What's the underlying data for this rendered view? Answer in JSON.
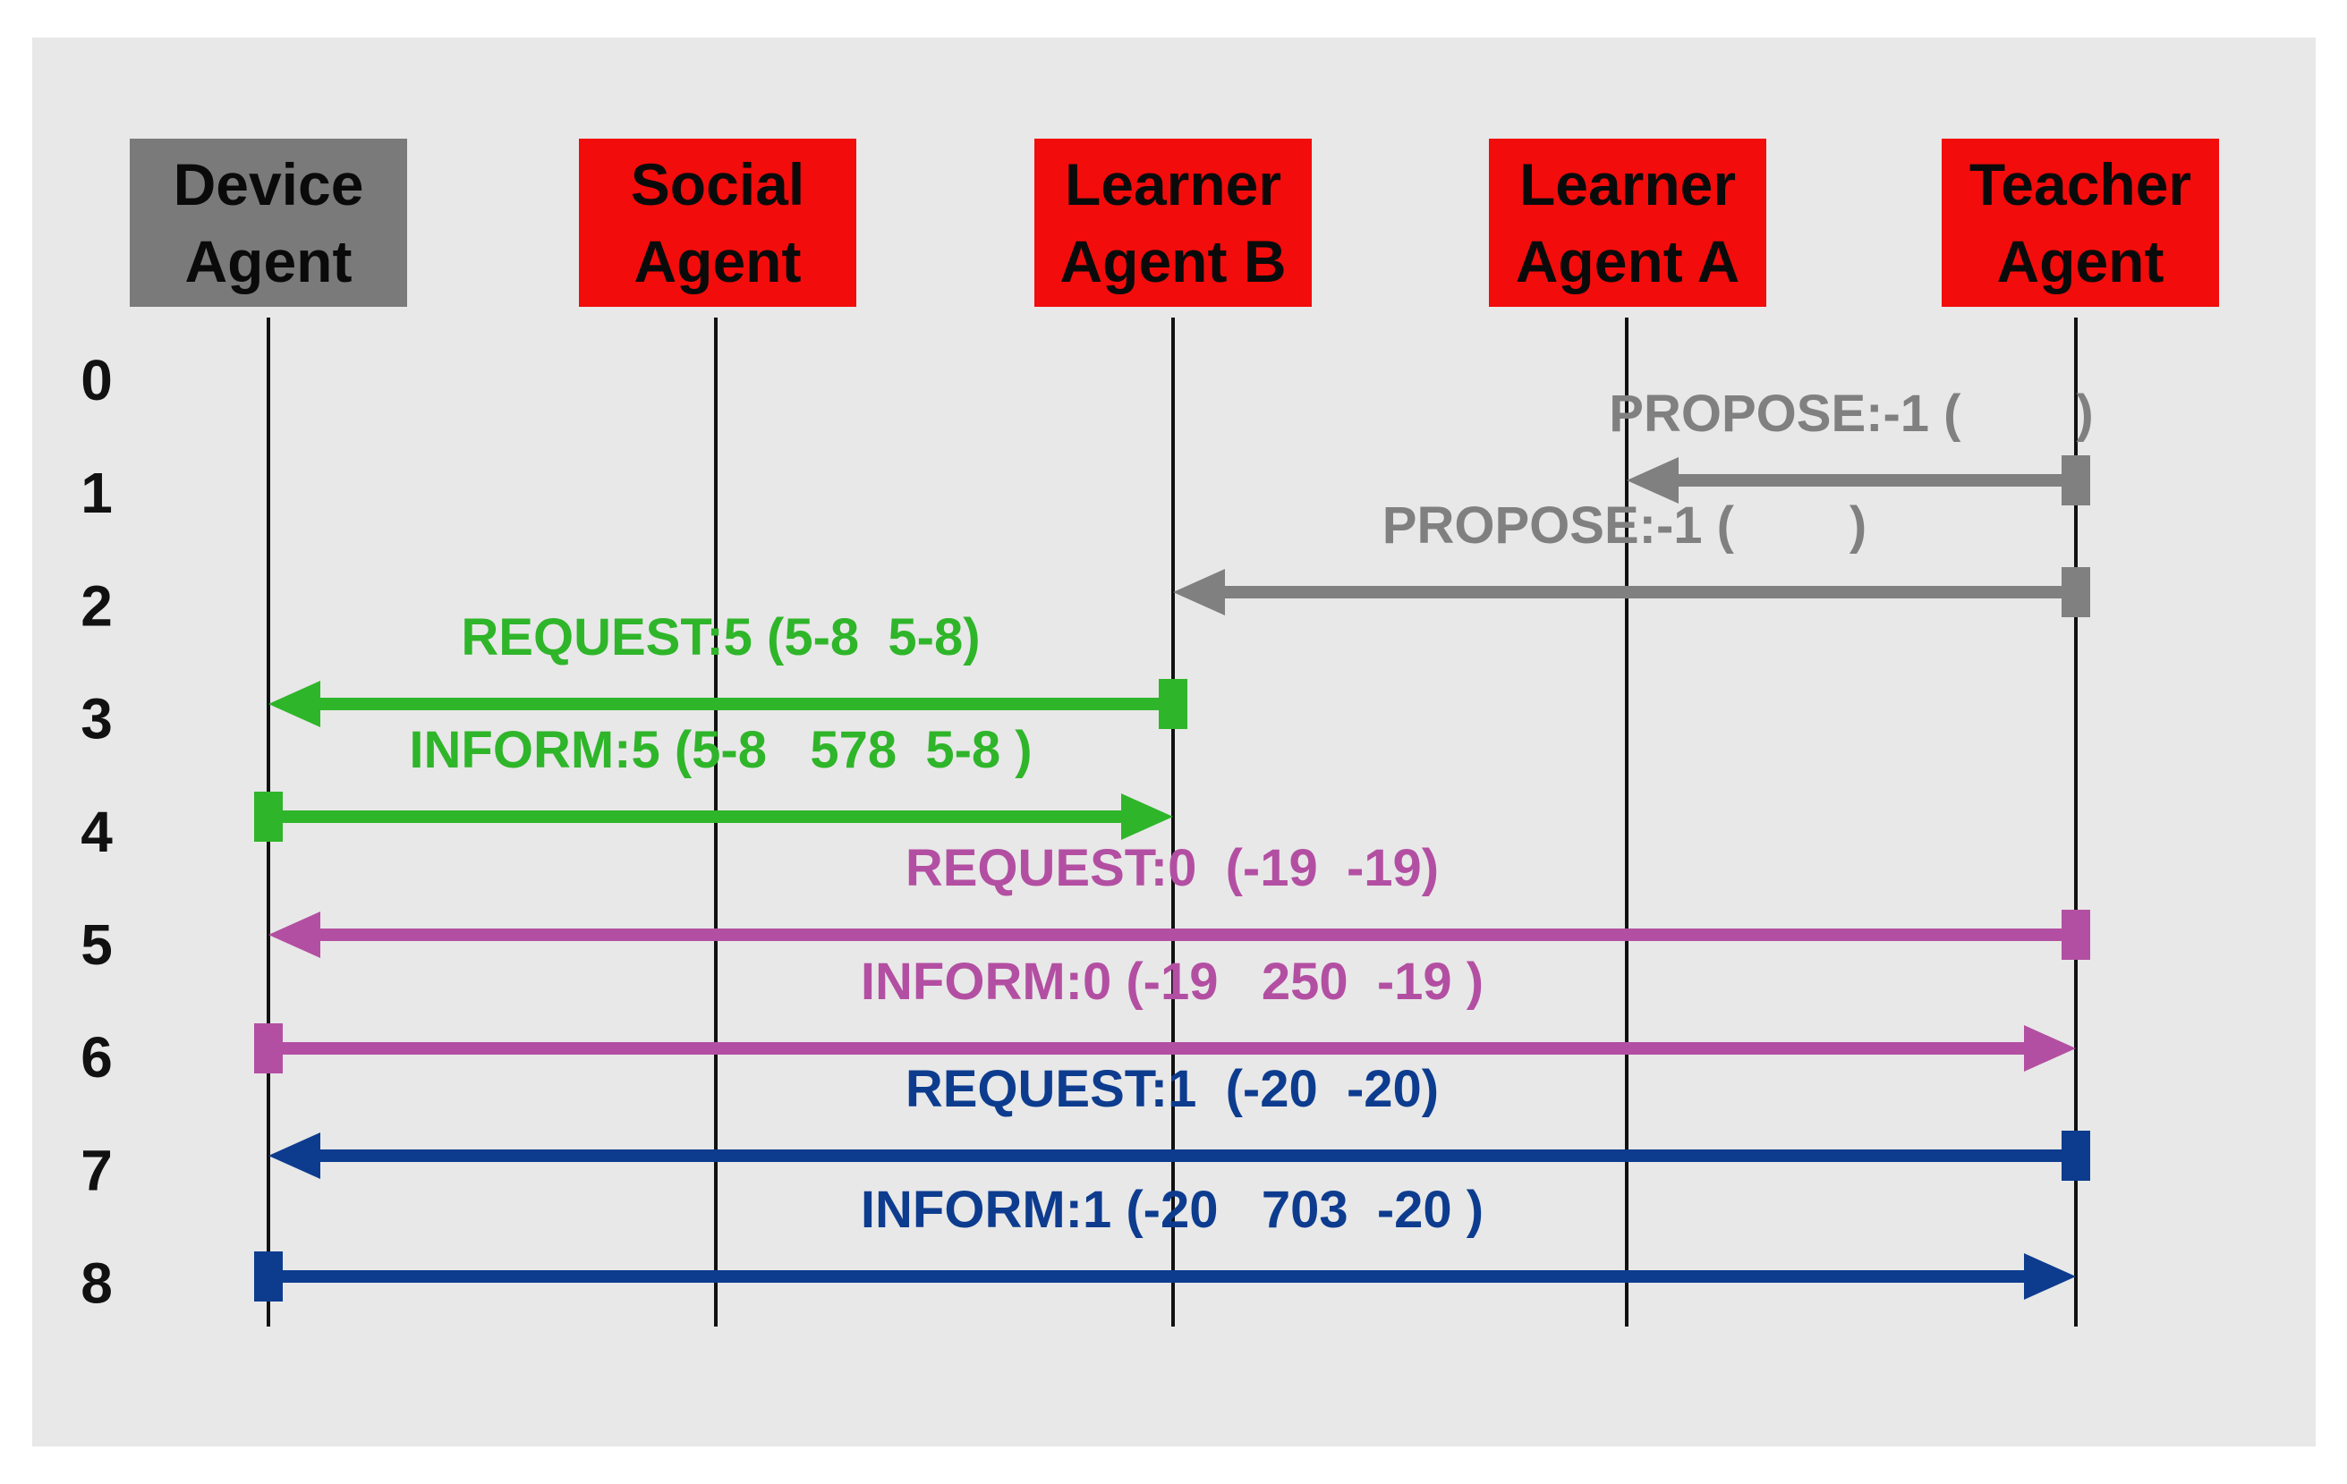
{
  "colors": {
    "panel_bg": "#e8e8e8",
    "device_box": "#7a7a7a",
    "agent_box": "#f20c0c",
    "lifeline": "#111111",
    "grey_msg": "#808080",
    "green_msg": "#2fb52a",
    "magenta_msg": "#b34fa2",
    "blue_msg": "#0d3c8f"
  },
  "agents": [
    {
      "id": "device",
      "line1": "Device",
      "line2": "Agent",
      "style": "device"
    },
    {
      "id": "social",
      "line1": "Social",
      "line2": "Agent",
      "style": "agent"
    },
    {
      "id": "learner-b",
      "line1": "Learner",
      "line2": "Agent B",
      "style": "agent"
    },
    {
      "id": "learner-a",
      "line1": "Learner",
      "line2": "Agent A",
      "style": "agent"
    },
    {
      "id": "teacher",
      "line1": "Teacher",
      "line2": "Agent",
      "style": "agent"
    }
  ],
  "rows": [
    "0",
    "1",
    "2",
    "3",
    "4",
    "5",
    "6",
    "7",
    "8"
  ],
  "messages": [
    {
      "row": 1,
      "label": "PROPOSE:-1 (        )",
      "from": "teacher",
      "to": "learner-a",
      "color": "grey_msg"
    },
    {
      "row": 2,
      "label": "PROPOSE:-1 (        )",
      "from": "teacher",
      "to": "learner-b",
      "color": "grey_msg"
    },
    {
      "row": 3,
      "label": "REQUEST:5 (5-8  5-8)",
      "from": "learner-b",
      "to": "device",
      "color": "green_msg"
    },
    {
      "row": 4,
      "label": "INFORM:5 (5-8   578  5-8 )",
      "from": "device",
      "to": "learner-b",
      "color": "green_msg"
    },
    {
      "row": 5,
      "label": "REQUEST:0  (-19  -19)",
      "from": "teacher",
      "to": "device",
      "color": "magenta_msg"
    },
    {
      "row": 6,
      "label": "INFORM:0 (-19   250  -19 )",
      "from": "device",
      "to": "teacher",
      "color": "magenta_msg"
    },
    {
      "row": 7,
      "label": "REQUEST:1  (-20  -20)",
      "from": "teacher",
      "to": "device",
      "color": "blue_msg"
    },
    {
      "row": 8,
      "label": "INFORM:1 (-20   703  -20 )",
      "from": "device",
      "to": "teacher",
      "color": "blue_msg"
    }
  ]
}
